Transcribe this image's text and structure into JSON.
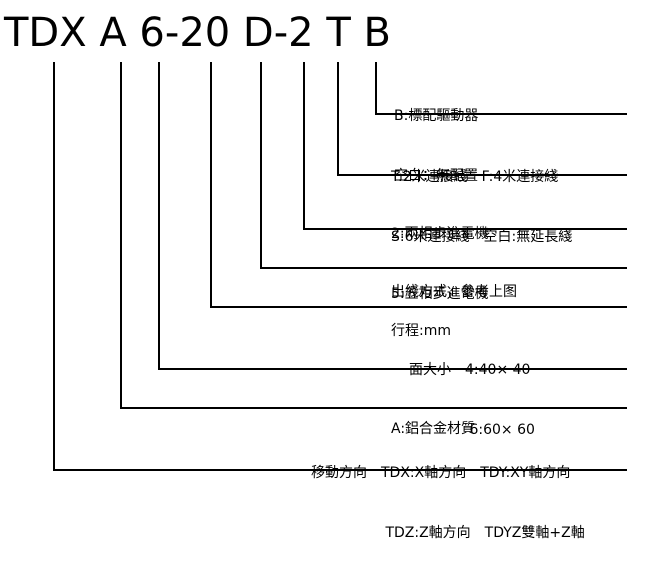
{
  "model_code": "TDX A 6-20 D-2 T B",
  "fields": [
    {
      "id": "drive",
      "lines": [
        "B:標配驅動器",
        "空白：無配置"
      ]
    },
    {
      "id": "cable",
      "lines": [
        "T:2米連接綫　F:4米連接綫",
        "S:6米連接綫　空白:無延長綫"
      ]
    },
    {
      "id": "motor",
      "lines": [
        "2:兩相步進電機",
        "5:五相步進電機"
      ]
    },
    {
      "id": "outlet",
      "lines": [
        "出綫方式，參考上图"
      ]
    },
    {
      "id": "stroke",
      "lines": [
        "行程:mm"
      ]
    },
    {
      "id": "table_size",
      "lines": [
        "面大小　4:40× 40",
        "　　　　 6:60× 60"
      ]
    },
    {
      "id": "material",
      "lines": [
        "A:鋁合金材質"
      ]
    },
    {
      "id": "direction",
      "lines": [
        "移動方向　TDX:X軸方向　TDY:XY軸方向",
        "　　　　　 TDZ:Z軸方向　TDYZ雙軸+Z軸"
      ]
    }
  ]
}
